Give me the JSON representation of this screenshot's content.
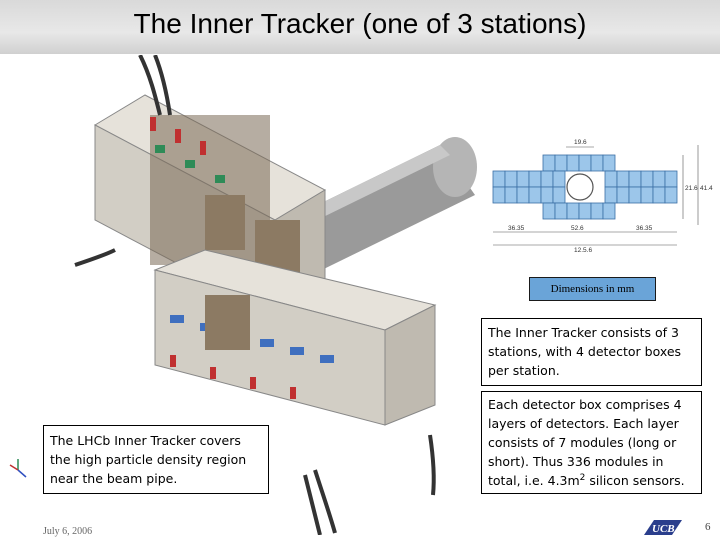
{
  "slide": {
    "title": "The Inner Tracker (one of 3 stations)",
    "dimensions_label": "Dimensions in mm",
    "text_box_1": "The Inner Tracker consists of 3 stations, with 4 detector boxes per station.",
    "text_box_2_part1": "Each detector box comprises 4 layers of detectors. Each layer consists of 7 modules (long or short). Thus 336 modules in total, i.e. 4.3m",
    "text_box_2_sup": "2",
    "text_box_2_part2": " silicon sensors.",
    "text_box_3": "The LHCb Inner Tracker covers the high particle density region near the beam pipe.",
    "footer_date": "July 6, 2006",
    "page_number": "6",
    "logo_text": "UCB"
  },
  "drawing_labels": {
    "top": "19.6",
    "right_inner": "21.6",
    "right_outer": "41.4",
    "bottom_left": "36.35",
    "bottom_mid": "52.6",
    "bottom_right": "36.35",
    "bottom_total": "12.5.6"
  },
  "colors": {
    "title_bar": "#d9d9d9",
    "dims_label_bg": "#6aa4d8",
    "sensor_blue": "#9cc6ea",
    "box_grey": "#d8d4cc"
  },
  "icons": [
    "axis-icon",
    "logo"
  ]
}
